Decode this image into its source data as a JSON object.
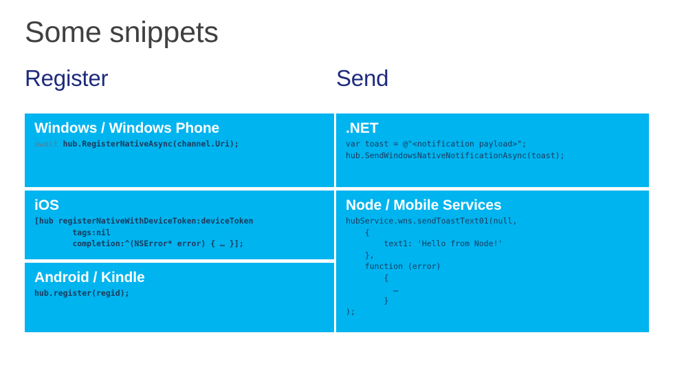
{
  "slide": {
    "title": "Some snippets",
    "heading_color": "#1d2a7c",
    "panel_color": "#00b4ef",
    "code_color": "#1b3a5c",
    "keyword_color": "#5a7d94"
  },
  "columns": {
    "left": {
      "heading": "Register",
      "panels": [
        {
          "title": "Windows / Windows Phone",
          "code_keyword": "await ",
          "code": "hub.RegisterNativeAsync(channel.Uri);"
        },
        {
          "title": "iOS",
          "code": "[hub registerNativeWithDeviceToken:deviceToken\n        tags:nil\n        completion:^(NSError* error) { … }];"
        },
        {
          "title": "Android / Kindle",
          "code": "hub.register(regid);"
        }
      ]
    },
    "right": {
      "heading": "Send",
      "panels": [
        {
          "title": ".NET",
          "code": "var toast = @\"<notification payload>\";\nhub.SendWindowsNativeNotificationAsync(toast);"
        },
        {
          "title": "Node / Mobile Services",
          "code": "hubService.wns.sendToastText01(null,\n    {\n        text1: 'Hello from Node!'\n    },\n    function (error)\n        {\n          …\n        }\n);"
        }
      ]
    }
  }
}
